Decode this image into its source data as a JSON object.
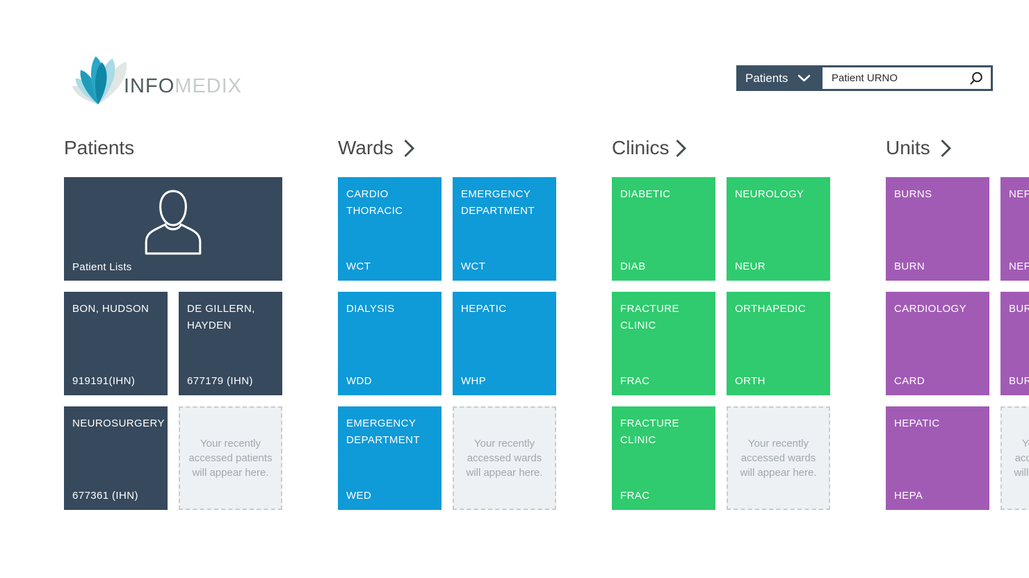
{
  "brand": {
    "logo_icon": "infomedix-fan-logo",
    "name_primary": "INFO",
    "name_secondary": "MEDIX"
  },
  "search": {
    "category_label": "Patients",
    "dropdown_icon": "chevron-down",
    "placeholder": "Patient URNO",
    "search_icon": "magnifying-glass"
  },
  "colors": {
    "patients_tile": "#37495c",
    "wards_tile": "#0f9ad8",
    "clinics_tile": "#2fcb6e",
    "units_tile": "#a15bb5",
    "search_bar": "#3c5164",
    "placeholder_bg": "#eef1f3",
    "placeholder_border": "#c4cdd3",
    "placeholder_text": "#9fa8b0",
    "heading_text": "#4a4a4a"
  },
  "columns": [
    {
      "title": "Patients",
      "big_tile": {
        "label": "Patient Lists",
        "icon": "person-outline"
      },
      "tiles": [
        {
          "label": "BON, HUDSON",
          "code": "919191(IHN)"
        },
        {
          "label": "DE GILLERN, HAYDEN",
          "code": "677179 (IHN)"
        },
        {
          "label": "NEUROSURGERY",
          "code": "677361 (IHN)"
        }
      ],
      "placeholder": "Your recently accessed patients will appear here."
    },
    {
      "title": "Wards",
      "tiles": [
        {
          "label": "CARDIO THORACIC",
          "code": "WCT"
        },
        {
          "label": "EMERGENCY DEPARTMENT",
          "code": "WCT"
        },
        {
          "label": "DIALYSIS",
          "code": "WDD"
        },
        {
          "label": "HEPATIC",
          "code": "WHP"
        },
        {
          "label": "EMERGENCY DEPARTMENT",
          "code": "WED"
        }
      ],
      "placeholder": "Your recently accessed wards will appear here."
    },
    {
      "title": "Clinics",
      "tiles": [
        {
          "label": "DIABETIC",
          "code": "DIAB"
        },
        {
          "label": "NEUROLOGY",
          "code": "NEUR"
        },
        {
          "label": "FRACTURE CLINIC",
          "code": "FRAC"
        },
        {
          "label": "ORTHAPEDIC",
          "code": "ORTH"
        },
        {
          "label": "FRACTURE CLINIC",
          "code": "FRAC"
        }
      ],
      "placeholder": "Your recently accessed wards will appear here."
    },
    {
      "title": "Units",
      "tiles": [
        {
          "label": "BURNS",
          "code": "BURN"
        },
        {
          "label": "NEP",
          "code": "NEP"
        },
        {
          "label": "CARDIOLOGY",
          "code": "CARD"
        },
        {
          "label": "BUR",
          "code": "BUR"
        },
        {
          "label": "HEPATIC",
          "code": "HEPA"
        }
      ],
      "placeholder": "Your recently accessed wards will appear here."
    }
  ]
}
